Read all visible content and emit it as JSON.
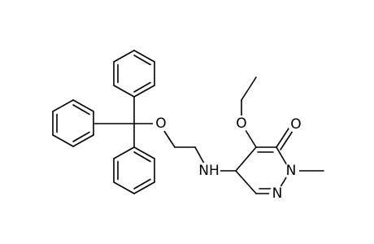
{
  "molecule": {
    "atom_labels": {
      "ether_oxygen_left": "O",
      "ether_oxygen_ethoxy": "O",
      "carbonyl_oxygen": "O",
      "amine_nitrogen": "NH",
      "ring_nitrogen_methyl": "N",
      "ring_nitrogen_imine": "N"
    },
    "colors": {
      "bond": "#000000",
      "label": "#000000",
      "background": "#ffffff"
    }
  }
}
